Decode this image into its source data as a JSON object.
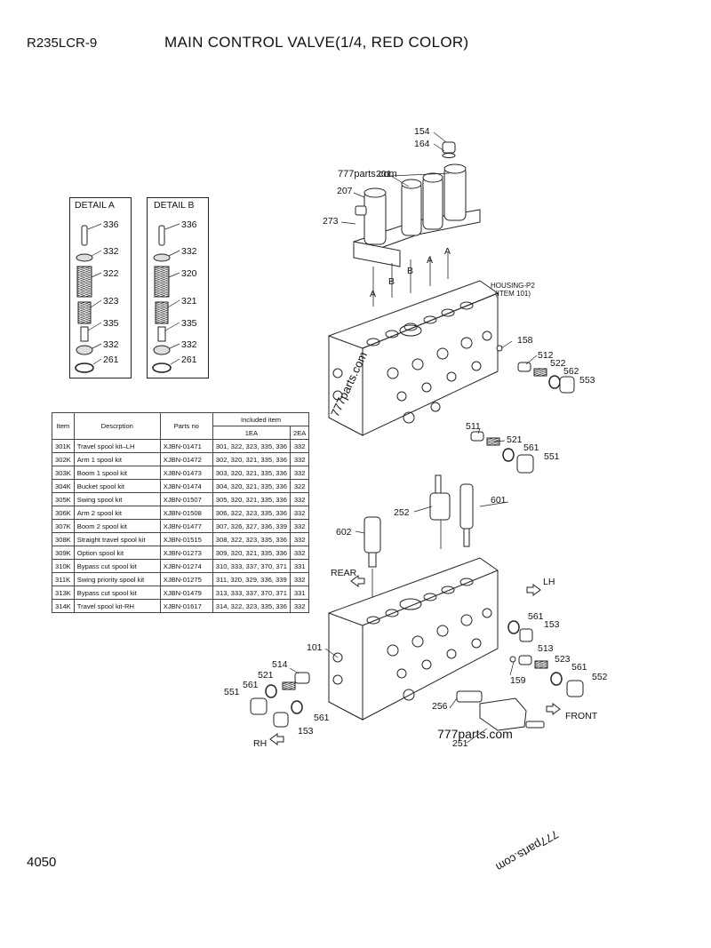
{
  "header": {
    "model": "R235LCR-9",
    "title": "MAIN CONTROL VALVE(1/4, RED COLOR)"
  },
  "footer": {
    "page_number": "4050"
  },
  "watermark": "777parts.com",
  "details": {
    "a": {
      "title": "DETAIL A",
      "labels": [
        "336",
        "332",
        "322",
        "323",
        "335",
        "332",
        "261"
      ]
    },
    "b": {
      "title": "DETAIL B",
      "labels": [
        "336",
        "332",
        "320",
        "321",
        "335",
        "332",
        "261"
      ]
    }
  },
  "table": {
    "headers": {
      "item": "Item",
      "desc": "Descrption",
      "partno": "Parts no",
      "included": "Included item",
      "ea1": "1EA",
      "ea2": "2EA"
    },
    "rows": [
      [
        "301K",
        "Travel spool kit–LH",
        "XJBN-01471",
        "301, 322, 323, 335, 336",
        "332"
      ],
      [
        "302K",
        "Arm 1 spool kit",
        "XJBN-01472",
        "302, 320, 321, 335, 336",
        "332"
      ],
      [
        "303K",
        "Boom 1 spool kit",
        "XJBN-01473",
        "303, 320, 321, 335, 336",
        "332"
      ],
      [
        "304K",
        "Bucket spool kit",
        "XJBN-01474",
        "304, 320, 321, 335, 336",
        "322"
      ],
      [
        "305K",
        "Swing spool kit",
        "XJBN-01507",
        "305, 320, 321, 335, 336",
        "332"
      ],
      [
        "306K",
        "Arm 2 spool kit",
        "XJBN-01508",
        "306, 322, 323, 335, 336",
        "332"
      ],
      [
        "307K",
        "Boom 2 spool kit",
        "XJBN-01477",
        "307, 326, 327, 336, 339",
        "332"
      ],
      [
        "308K",
        "Straight travel spool kit",
        "XJBN-01515",
        "308, 322, 323, 335, 336",
        "332"
      ],
      [
        "309K",
        "Option spool kit",
        "XJBN-01273",
        "309, 320, 321, 335, 336",
        "332"
      ],
      [
        "310K",
        "Bypass cut spool kit",
        "XJBN-01274",
        "310, 333, 337, 370, 371",
        "331"
      ],
      [
        "311K",
        "Swing priority spool kit",
        "XJBN-01275",
        "311, 320, 329, 336, 339",
        "332"
      ],
      [
        "313K",
        "Bypass cut spool kit",
        "XJBN-01479",
        "313, 333, 337, 370, 371",
        "331"
      ],
      [
        "314K",
        "Travel spool kit-RH",
        "XJBN-01617",
        "314, 322, 323, 335, 336",
        "332"
      ]
    ]
  },
  "upper_labels": {
    "l154": "154",
    "l164": "164",
    "l201": "201",
    "l207": "207",
    "l273": "273",
    "a1": "A",
    "a2": "A",
    "a3": "A",
    "b1": "B",
    "b2": "B",
    "housing1": "HOUSING-P2",
    "housing2": "(ITEM 101)",
    "l158": "158",
    "l512": "512",
    "l522": "522",
    "l562": "562",
    "l553": "553",
    "l511": "511",
    "l521": "521",
    "l561": "561",
    "l551": "551"
  },
  "lower_labels": {
    "l252": "252",
    "l601": "601",
    "l602": "602",
    "rear": "REAR",
    "lh": "LH",
    "l101": "101",
    "l514": "514",
    "l521": "521",
    "l561a": "561",
    "l551": "551",
    "l561b": "561",
    "l153a": "153",
    "rh": "RH",
    "l561c": "561",
    "l153b": "153",
    "l513": "513",
    "l523": "523",
    "l561d": "561",
    "l552": "552",
    "l159": "159",
    "l256": "256",
    "front": "FRONT",
    "l251": "251"
  }
}
